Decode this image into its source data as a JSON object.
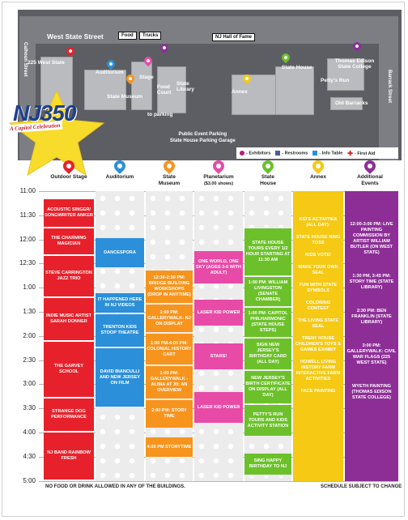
{
  "map": {
    "street_top": "West State Street",
    "street_left": "Calhoun Street",
    "street_right": "Barrack Street",
    "sign_food": "Food",
    "sign_trucks": "Trucks",
    "sign_hall": "NJ Hall of Fame",
    "labels": {
      "w225": "225 West State",
      "auditorium": "Auditorium",
      "stage": "Stage",
      "food_court": "Food Court",
      "state_library": "State Library",
      "state_museum": "State Museum",
      "state_house": "State House",
      "annex": "Annex",
      "thomas_edison": "Thomas Edison State College",
      "pettys_run": "Petty's Run",
      "old_barracks": "Old Barracks",
      "to_parking": "to parking"
    },
    "parking_line1": "Public Event Parking",
    "parking_line2": "State House Parking Garage",
    "legend": {
      "exhibitors": "- Exhibitors",
      "restrooms": "- Restrooms",
      "info": "- Info Table",
      "first_aid": "- First Aid"
    }
  },
  "logo": {
    "text": "NJ350",
    "subtitle": "A Capitol Celebration"
  },
  "columns": [
    {
      "line1": "Outdoor Stage",
      "line2": "",
      "line3": "",
      "color": "#e7212b"
    },
    {
      "line1": "Auditorium",
      "line2": "",
      "line3": "",
      "color": "#2b8fd9"
    },
    {
      "line1": "State",
      "line2": "Museum",
      "line3": "",
      "color": "#f7941d"
    },
    {
      "line1": "Planetarium",
      "line2": "($3.00 shows)",
      "line3": "",
      "color": "#e74ba7"
    },
    {
      "line1": "State",
      "line2": "House",
      "line3": "",
      "color": "#6cc12a"
    },
    {
      "line1": "Annex",
      "line2": "",
      "line3": "",
      "color": "#f5c914"
    },
    {
      "line1": "Additional",
      "line2": "Events",
      "line3": "",
      "color": "#8d2e97"
    }
  ],
  "times": [
    "11:00",
    "11:30",
    "12:00",
    "12:30",
    "1:00",
    "1:30",
    "2:00",
    "2:30",
    "3:00",
    "3:30",
    "4:00",
    "4:30",
    "5:00"
  ],
  "outdoor": [
    "Acoustic Singer/ Songwriter Anker",
    "The Charming Magician",
    "Steve Carrington Jazz Trio",
    "Indie Music Artist Sarah Donner",
    "The Garvey School",
    "Strange Dog Performance",
    "NJ Band Rainbow Fresh"
  ],
  "auditorium": [
    "Dancespora",
    "It Happened Here in NJ Videos",
    "Trenton Kids Stoop Theatre",
    "David Bianculli and New Jersey on Film"
  ],
  "museum": [
    "12:30-2:30 pm: Bridge Building Workshops (Drop in Anytime)",
    "1:00 pm: GalleryWalk- NJ on Display",
    "1:00 pm-4:00 pm: Colonial History Cart",
    "1:00 pm: GalleryWalk - Alima at 30: an Overview",
    "2:00 pm: Story Time",
    "4:00 pm Storytime"
  ],
  "planetarium": [
    "One World, One Sky (Ages 3-6 with adult)",
    "Laser Kid Power",
    "Stars!",
    "Laser Kid Power"
  ],
  "statehouse": [
    "State House Tours every 1/2 hour starting at 11:30 am",
    "1:00 pm: William Livingston (Senate Chamber)",
    "1:00 pm: Capitol Philharmonic (State House Steps)",
    "Sign New Jersey's Birthday Card (All Day)",
    "New Jersey's Birth Certificate on Display (All Day)",
    "Petty's Run Tours and Kids Activity Station",
    "Sing Happy Birthday to NJ"
  ],
  "annex": [
    "Kid's Activities (All Day):",
    "State House Ring Toss",
    "Kids Vote!",
    "Make Your Own Seal",
    "Fun with State Symbols",
    "Coloring Contest",
    "The Living State Seal",
    "Trent House Children's Toys & Games Exhibit",
    "Howell Living History Farm Interactive Farm Activities",
    "Face Painting"
  ],
  "additional": [
    "12:00-3:00 pm: Live Painting Commission by Artist William Butler (on West State)",
    "1:30 pm, 3:45 pm: Story Time (State Library)",
    "2:30 pm: Ben Franklin (State Library)",
    "3:00 pm: GalleryWalk: Civil War Flags (225 West State)",
    "Wyeth Painting (Thomas Edison State College)"
  ],
  "footer_left": "No food or drink allowed in any of the buildings.",
  "footer_right": "Schedule Subject to Change"
}
